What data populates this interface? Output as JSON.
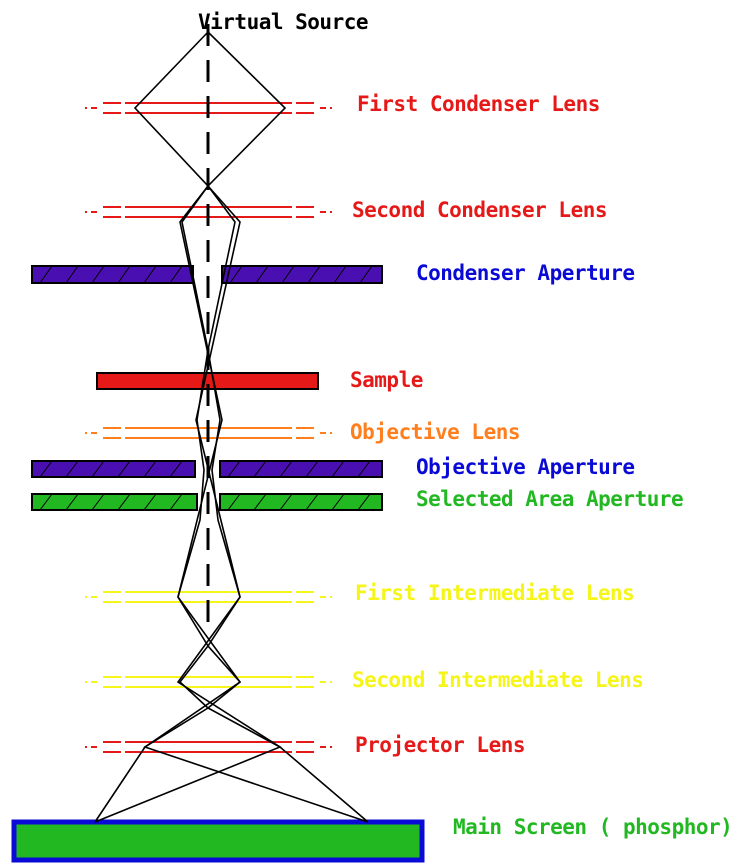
{
  "colors": {
    "red": "#e61919",
    "orange": "#ff7f1f",
    "yellow": "#f5f51a",
    "blue": "#0a0ad6",
    "purple": "#4a0fb0",
    "green": "#22b822",
    "beam": "#000000"
  },
  "labels": {
    "virtual_source": "Virtual Source",
    "first_condenser_lens": "First Condenser Lens",
    "second_condenser_lens": "Second Condenser Lens",
    "condenser_aperture": "Condenser Aperture",
    "sample": "Sample",
    "objective_lens": "Objective Lens",
    "objective_aperture": "Objective Aperture",
    "selected_area_aperture": "Selected Area Aperture",
    "first_intermediate_lens": "First Intermediate Lens",
    "second_intermediate_lens": "Second Intermediate Lens",
    "projector_lens": "Projector Lens",
    "main_screen": "Main Screen ( phosphor)"
  }
}
